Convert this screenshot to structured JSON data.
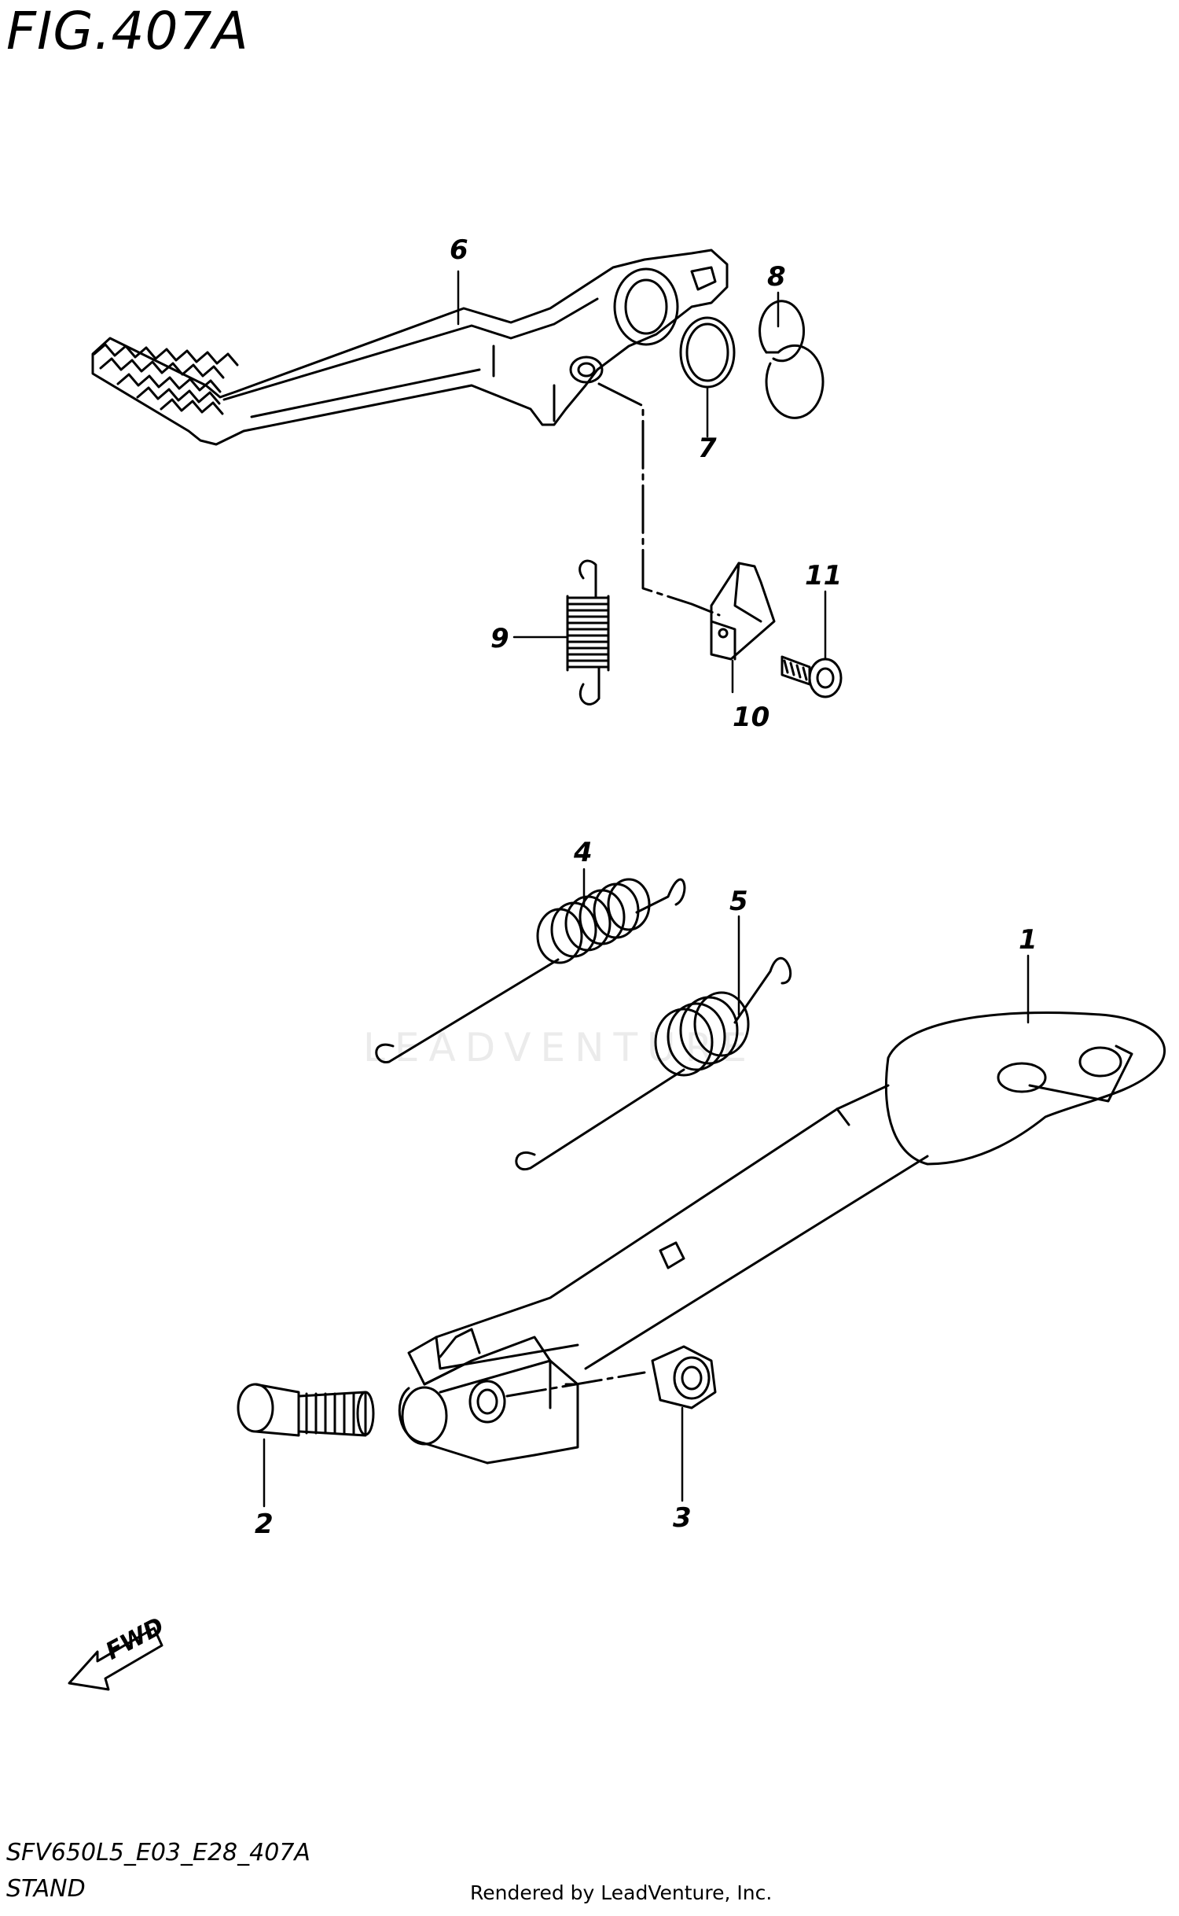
{
  "figure": {
    "title": "FIG.407A",
    "model_code": "SFV650L5_E03_E28_407A",
    "section_name": "STAND",
    "rendered_by": "Rendered by LeadVenture, Inc.",
    "watermark": "LEADVENTURE",
    "fwd_label": "FWD"
  },
  "callouts": [
    {
      "id": "1",
      "part": "side-stand"
    },
    {
      "id": "2",
      "part": "pivot-bolt"
    },
    {
      "id": "3",
      "part": "nut"
    },
    {
      "id": "4",
      "part": "stand-spring"
    },
    {
      "id": "5",
      "part": "stand-spring"
    },
    {
      "id": "6",
      "part": "brake-pedal"
    },
    {
      "id": "7",
      "part": "o-ring"
    },
    {
      "id": "8",
      "part": "circlip"
    },
    {
      "id": "9",
      "part": "return-spring"
    },
    {
      "id": "10",
      "part": "bracket"
    },
    {
      "id": "11",
      "part": "bolt"
    }
  ],
  "colors": {
    "line": "#000000",
    "background": "#ffffff",
    "watermark": "#ebebeb"
  }
}
